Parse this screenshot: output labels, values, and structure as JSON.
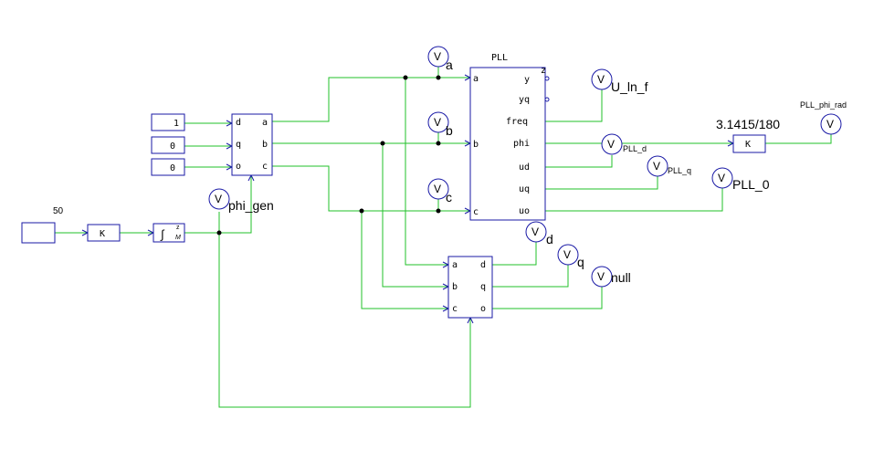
{
  "pll": {
    "title": "PLL",
    "inputs": [
      "a",
      "b",
      "c"
    ],
    "outputs": [
      "y",
      "yq",
      "freq",
      "phi",
      "ud",
      "uq",
      "uo"
    ],
    "z": "z"
  },
  "gen": {
    "inputs": [
      "d",
      "q",
      "o"
    ],
    "outputs": [
      "a",
      "b",
      "c"
    ]
  },
  "park": {
    "inputs": [
      "a",
      "b",
      "c"
    ],
    "outputs": [
      "d",
      "q",
      "o"
    ]
  },
  "constants": {
    "d_value": "1",
    "q_value": "0",
    "o_value": "0",
    "freq_value": "50"
  },
  "gain_blocks": {
    "k1": "K",
    "k2": "K",
    "k2_gain": "3.1415/180"
  },
  "integrator": {
    "symbol": "∫",
    "z": "z",
    "m": "M"
  },
  "meter_symbol": "V",
  "meters": {
    "a": "a",
    "b": "b",
    "c": "c",
    "phi_gen": "phi_gen",
    "u_ln_f": "U_ln_f",
    "pll_d": "PLL_d",
    "pll_q": "PLL_q",
    "pll_0": "PLL_0",
    "pll_phi_rad": "PLL_phi_rad",
    "d": "d",
    "q": "q",
    "null": "null"
  }
}
